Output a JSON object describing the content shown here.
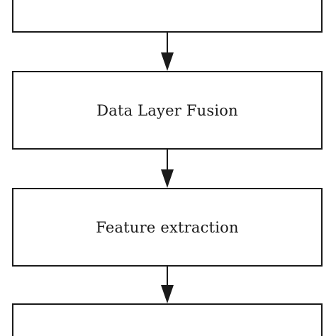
{
  "diagram": {
    "nodes": [
      {
        "id": "top",
        "label": ""
      },
      {
        "id": "fusion",
        "label": "Data Layer Fusion"
      },
      {
        "id": "feature",
        "label": "Feature extraction"
      },
      {
        "id": "bottom",
        "label": ""
      }
    ],
    "edges": [
      {
        "from": "top",
        "to": "fusion"
      },
      {
        "from": "fusion",
        "to": "feature"
      },
      {
        "from": "feature",
        "to": "bottom"
      }
    ],
    "stroke_color": "#1a1a1a"
  }
}
